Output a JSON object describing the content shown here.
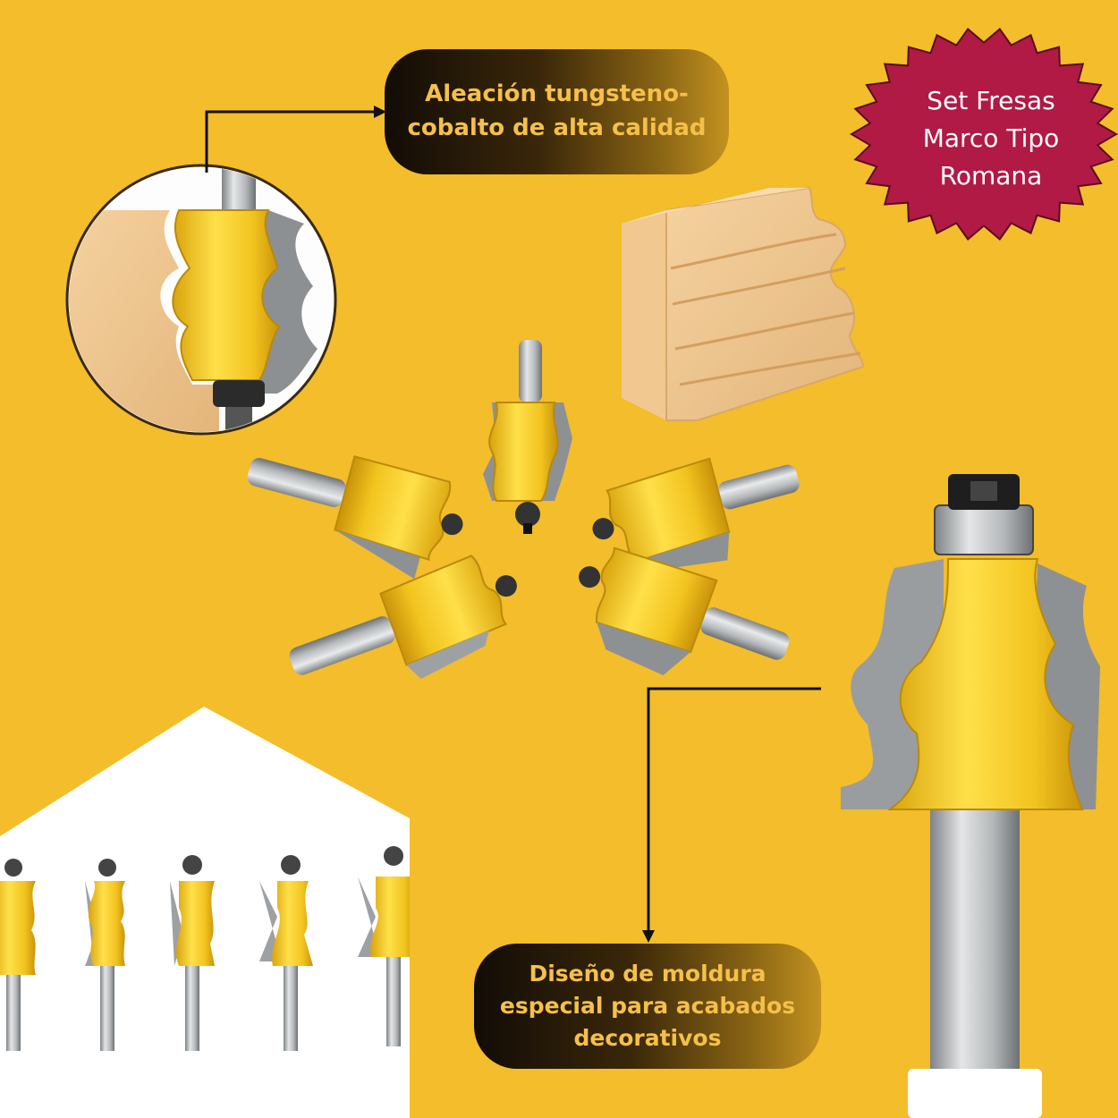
{
  "callouts": {
    "top": {
      "line1": "Aleación tungsteno-",
      "line2": "cobalto de alta calidad"
    },
    "bottom": {
      "line1": "Diseño de moldura",
      "line2": "especial para acabados",
      "line3": "decorativos"
    }
  },
  "badge": {
    "line1": "Set Fresas",
    "line2": "Marco Tipo",
    "line3": "Romana"
  },
  "colors": {
    "background": "#f3bd2b",
    "bit_yellow": "#f2c41f",
    "badge": "#b01a45",
    "callout_text": "#f5c04a",
    "steel": "#b5b8ba",
    "wood": "#ecc48e"
  }
}
